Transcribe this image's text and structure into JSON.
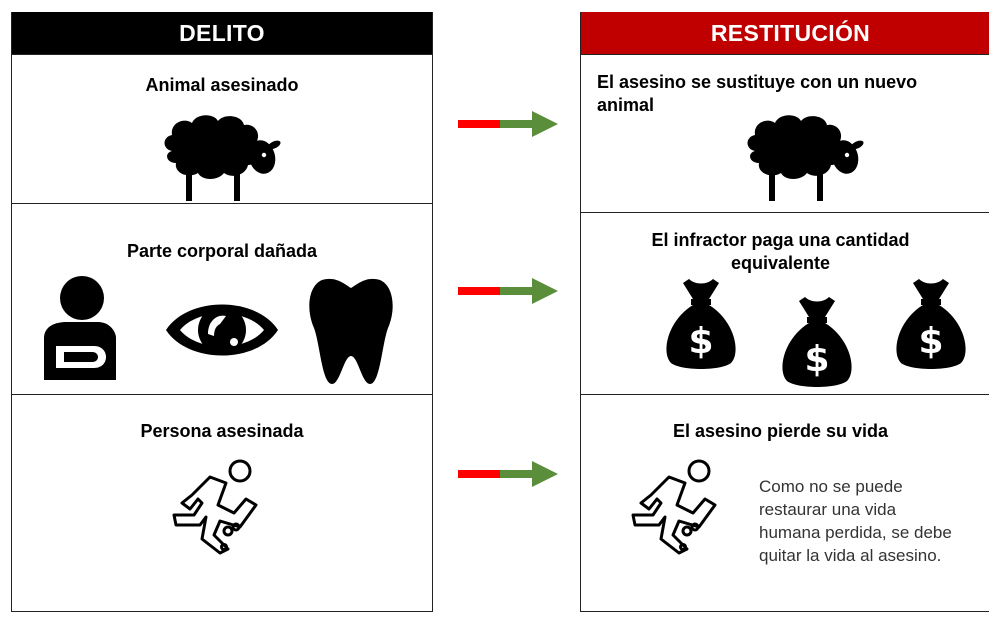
{
  "left_column": {
    "header": "DELITO",
    "rows": [
      {
        "title": "Animal asesinado",
        "icon": "sheep-icon"
      },
      {
        "title": "Parte corporal dañada",
        "icons": [
          "injured-person-icon",
          "eye-icon",
          "tooth-icon"
        ]
      },
      {
        "title": "Persona asesinada",
        "icon": "running-person-icon"
      }
    ]
  },
  "right_column": {
    "header": "RESTITUCIÓN",
    "rows": [
      {
        "title_line1": "El asesino se sustituye con un nuevo",
        "title_line2": "animal",
        "icon": "sheep-icon"
      },
      {
        "title_line1": "El infractor paga una cantidad",
        "title_line2": "equivalente",
        "icon": "money-bag-icon"
      },
      {
        "title": "El asesino pierde su vida",
        "icon": "running-person-icon",
        "note_lines": [
          "Como no se puede",
          "restaurar una vida",
          "humana perdida, se debe",
          "quitar la vida al asesino."
        ]
      }
    ]
  },
  "colors": {
    "header_left": "#000000",
    "header_right": "#c00000",
    "arrow_red": "#ff0000",
    "arrow_green": "#5b8e3a"
  }
}
